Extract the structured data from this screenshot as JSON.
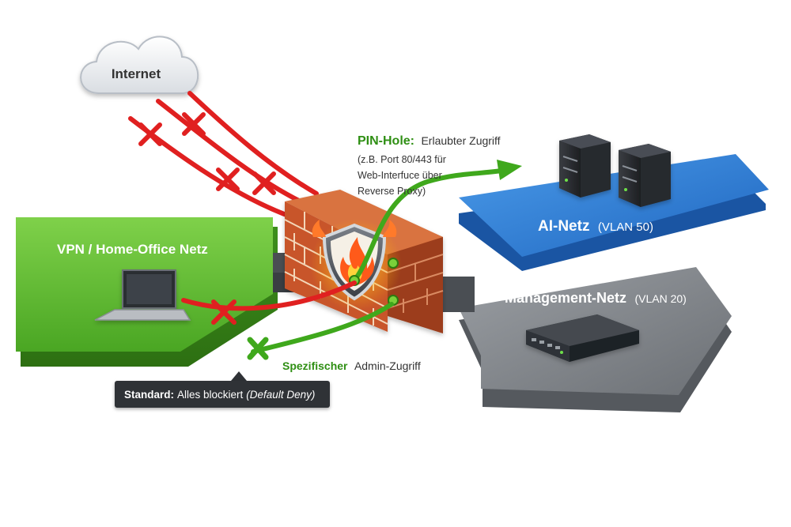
{
  "internet": {
    "label": "Internet"
  },
  "vpn": {
    "label": "VPN / Home-Office Netz"
  },
  "ai_net": {
    "title": "AI-Netz",
    "vlan": "(VLAN 50)"
  },
  "mgmt_net": {
    "title": "Management-Netz",
    "vlan": "(VLAN 20)"
  },
  "pinhole": {
    "title": "PIN-Hole:",
    "subtitle": "Erlaubter Zugriff",
    "detail_lines": [
      "(z.B. Port 80/443 für",
      "Web-Interfuce über",
      "Reverse Proxy)"
    ]
  },
  "admin": {
    "bold": "Spezifischer",
    "rest": "Admin-Zugriff"
  },
  "deny": {
    "bold": "Standard:",
    "text": "Alles blockiert",
    "italic": "(Default Deny)"
  },
  "colors": {
    "green_zone": "#5fba2e",
    "blue_zone": "#2f7fd6",
    "gray_zone": "#7d8186",
    "blocked_red": "#e02020",
    "allowed_green": "#3fa81c",
    "brick": "#c8552a",
    "label_green": "#2f8f14"
  },
  "icons": [
    "cloud-icon",
    "laptop-icon",
    "server-icon",
    "switch-icon",
    "firewall-icon",
    "shield-icon",
    "flame-icon",
    "blocked-x-icon",
    "allowed-check-icon"
  ]
}
